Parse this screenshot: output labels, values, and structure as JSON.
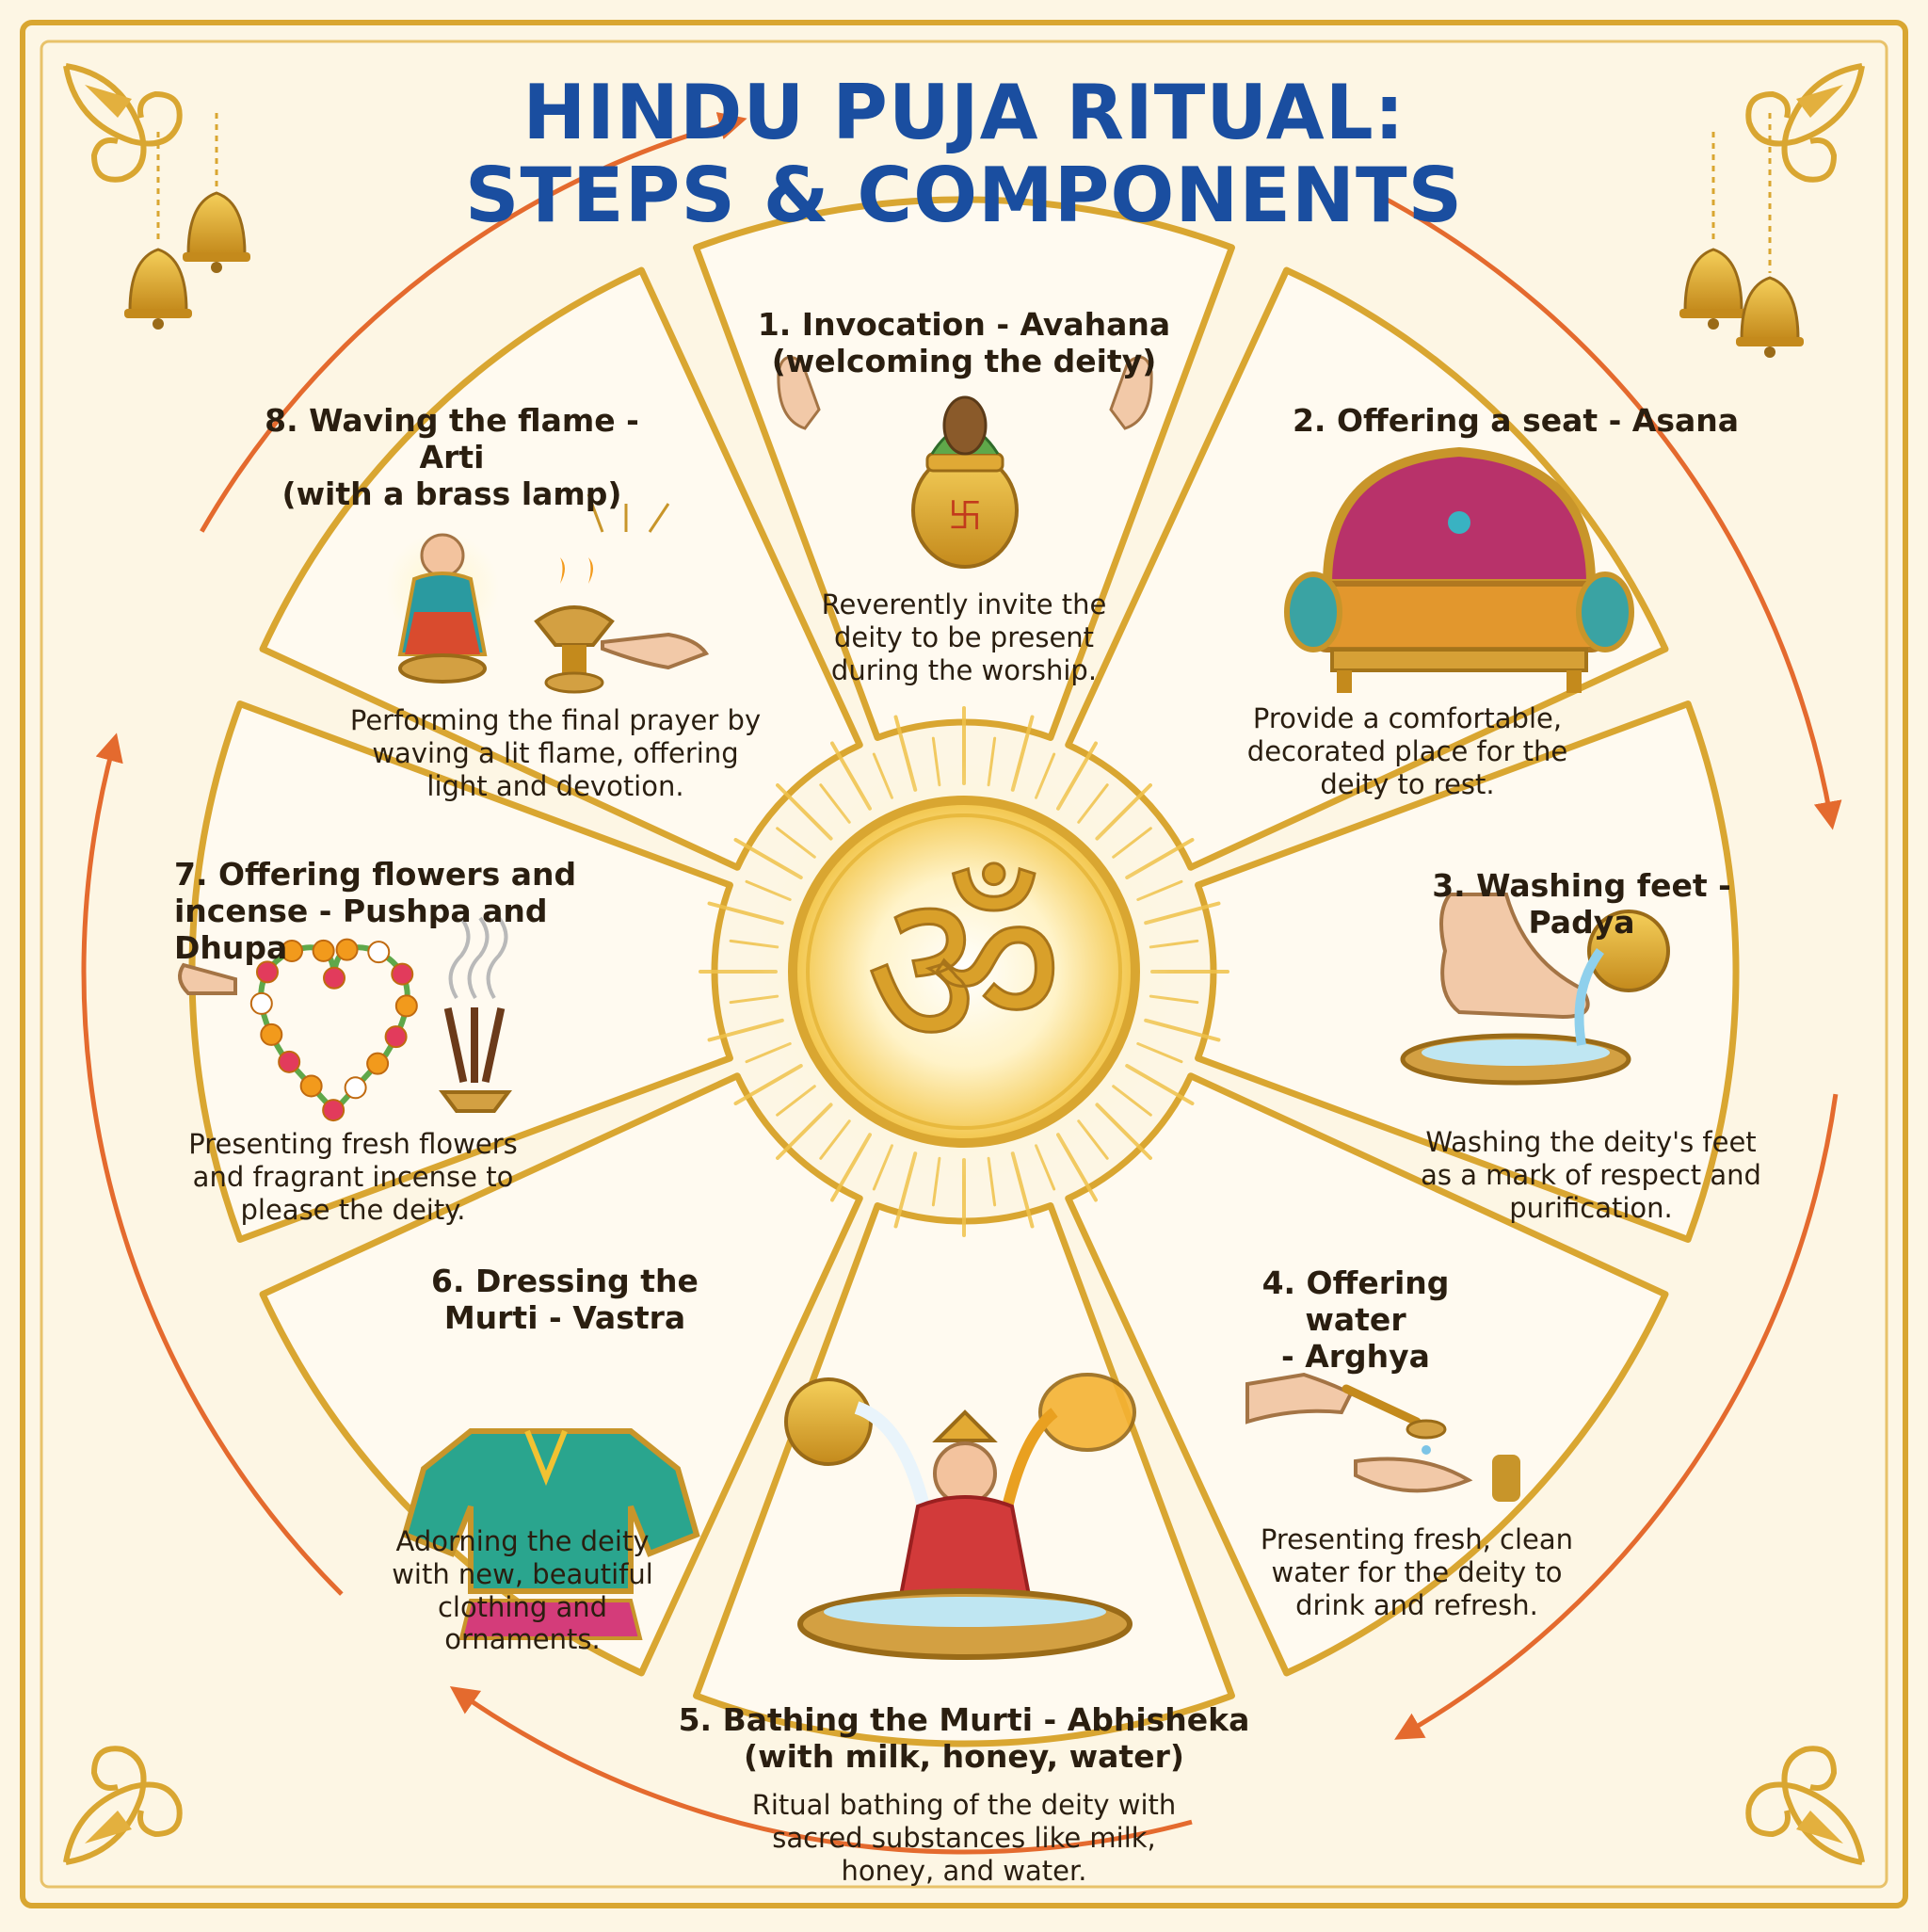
{
  "title": {
    "line1": "HINDU PUJA RITUAL:",
    "line2": "STEPS & COMPONENTS"
  },
  "center_symbol": "ॐ",
  "colors": {
    "title_blue": "#1a4ea0",
    "gold": "#d9a631",
    "arrow_orange": "#e46a2e",
    "background": "#fdf6e4"
  },
  "steps": [
    {
      "number": "1",
      "title_line1": "1. Invocation - Avahana",
      "title_line2": "(welcoming the deity)",
      "desc_line1": "Reverently invite the",
      "desc_line2": "deity to be present",
      "desc_line3": "during the worship.",
      "icon": "kalash-icon"
    },
    {
      "number": "2",
      "title_line1": "2. Offering a seat - Asana",
      "title_line2": "",
      "desc_line1": "Provide a comfortable,",
      "desc_line2": "decorated place for the",
      "desc_line3": "deity to rest.",
      "icon": "throne-icon"
    },
    {
      "number": "3",
      "title_line1": "3. Washing feet - Padya",
      "title_line2": "",
      "desc_line1": "Washing the deity's feet",
      "desc_line2": "as a mark of respect and",
      "desc_line3": "purification.",
      "icon": "foot-washing-icon"
    },
    {
      "number": "4",
      "title_line1": "4. Offering water",
      "title_line2": "- Arghya",
      "desc_line1": "Presenting fresh, clean",
      "desc_line2": "water for the deity to",
      "desc_line3": "drink and refresh.",
      "icon": "water-spoon-icon"
    },
    {
      "number": "5",
      "title_line1": "5. Bathing the Murti - Abhisheka",
      "title_line2": "(with milk, honey, water)",
      "desc_line1": "Ritual bathing of the deity with",
      "desc_line2": "sacred substances like milk,",
      "desc_line3": "honey, and water.",
      "icon": "abhisheka-icon"
    },
    {
      "number": "6",
      "title_line1": "6. Dressing the",
      "title_line2": "Murti - Vastra",
      "desc_line1": "Adorning the deity",
      "desc_line2": "with new, beautiful",
      "desc_line3": "clothing and",
      "desc_line4": "ornaments.",
      "icon": "garment-icon"
    },
    {
      "number": "7",
      "title_line1": "7. Offering flowers and",
      "title_line2": "incense - Pushpa and Dhupa",
      "desc_line1": "Presenting fresh flowers",
      "desc_line2": "and fragrant incense to",
      "desc_line3": "please the deity.",
      "icon": "garland-incense-icon"
    },
    {
      "number": "8",
      "title_line1": "8. Waving the flame - Arti",
      "title_line2": "(with a brass lamp)",
      "desc_line1": "Performing the final prayer by",
      "desc_line2": "waving a lit flame, offering",
      "desc_line3": "light and devotion.",
      "icon": "arti-lamp-icon"
    }
  ]
}
